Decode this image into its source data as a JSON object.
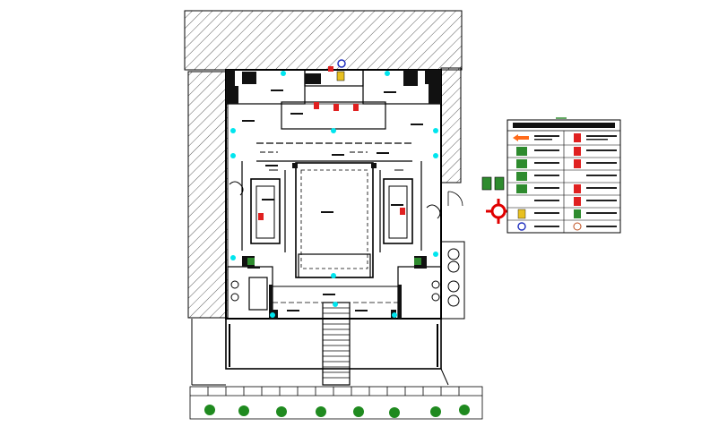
{
  "drawing": {
    "kind": "fire-evacuation floor plan",
    "line_color": "#000000",
    "hatch_color": "#333333",
    "background": "#ffffff"
  },
  "symbols": {
    "exit_sign_color": "#2e8b2e",
    "extinguisher_color": "#e02020",
    "sprinkler_color": "#00e5ee",
    "alarm_color": "#e8c020",
    "assembly_point_color": "#e00000",
    "tree_color": "#1f8a1f",
    "evac_arrow_color": "#ff6a1a"
  },
  "legend": {
    "header_bar": "black",
    "rows": 7,
    "left_icons": [
      "evac-arrow-icon",
      "exit-sign-icon",
      "exit-sign-icon",
      "exit-sign-icon",
      "exit-sign-icon",
      "alarm-icon",
      "fire-hose-icon"
    ],
    "right_icons": [
      "extinguisher-icon",
      "extinguisher-icon",
      "extinguisher-icon",
      "extinguisher-icon",
      "extinguisher-icon",
      "exit-sign-icon",
      "sprinkler-icon"
    ]
  }
}
